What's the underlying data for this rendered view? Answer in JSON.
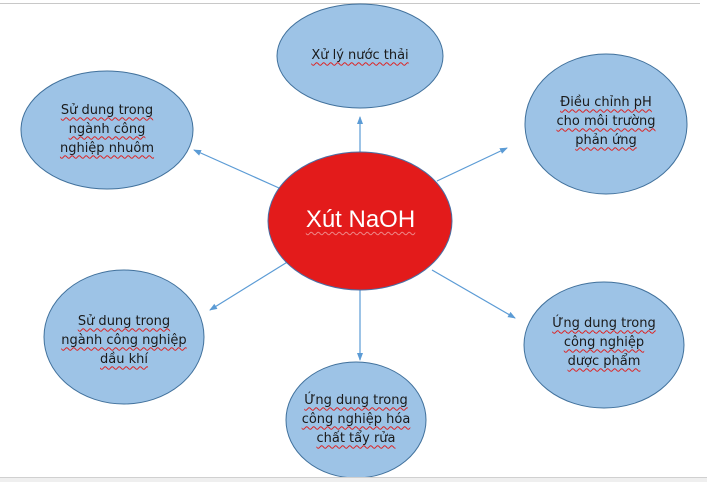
{
  "center": {
    "label": "Xút NaOH",
    "fill": "#e31b1b",
    "stroke": "#4a6fa5"
  },
  "colors": {
    "node_fill": "#9dc3e6",
    "node_stroke": "#41719c",
    "arrow": "#5b9bd5"
  },
  "nodes": [
    {
      "id": "top",
      "lines": [
        "Xử lý nước thải"
      ]
    },
    {
      "id": "top-right",
      "lines": [
        "Điều chỉnh pH",
        "cho môi trường",
        "phản ứng"
      ]
    },
    {
      "id": "bottom-right",
      "lines": [
        "Ứng dung trong",
        "công nghiệp",
        "dược phẩm"
      ]
    },
    {
      "id": "bottom",
      "lines": [
        "Ứng dung trong",
        "công nghiệp hóa",
        "chất tẩy rửa"
      ]
    },
    {
      "id": "bottom-left",
      "lines": [
        "Sử dung trong",
        "ngành công nghiệp",
        "dầu khí"
      ]
    },
    {
      "id": "top-left",
      "lines": [
        "Sử dung trong",
        "ngành công",
        "nghiệp nhuôm"
      ]
    }
  ]
}
